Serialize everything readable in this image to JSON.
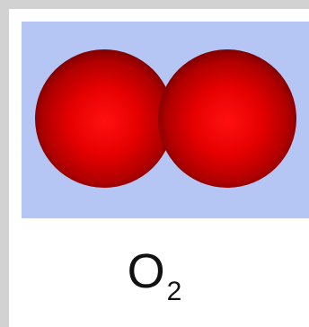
{
  "colors": {
    "outer_background": "#d2d2d2",
    "card_background": "#ffffff",
    "panel_background": "#b6c6f4",
    "atom_highlight": "#ff1010",
    "atom_mid": "#d40000",
    "atom_shadow": "#6e0000",
    "text": "#111111"
  },
  "molecule": {
    "atoms": [
      {
        "element": "O",
        "icon": "oxygen-atom-sphere"
      },
      {
        "element": "O",
        "icon": "oxygen-atom-sphere"
      }
    ]
  },
  "formula": {
    "symbol": "O",
    "subscript": "2"
  }
}
